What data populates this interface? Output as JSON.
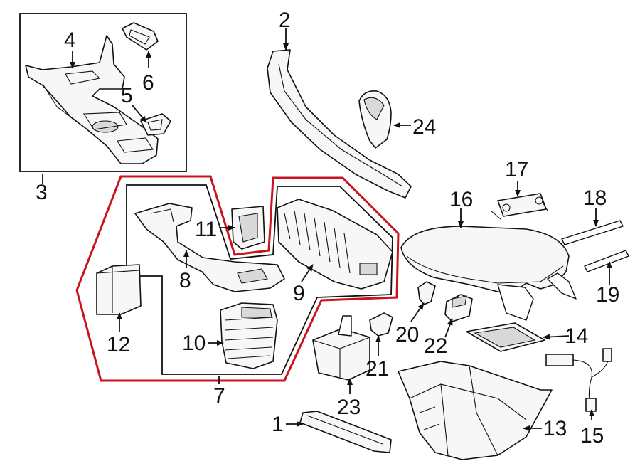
{
  "diagram": {
    "callouts": [
      {
        "id": "1",
        "label": "1"
      },
      {
        "id": "2",
        "label": "2"
      },
      {
        "id": "3",
        "label": "3"
      },
      {
        "id": "4",
        "label": "4"
      },
      {
        "id": "5",
        "label": "5"
      },
      {
        "id": "6",
        "label": "6"
      },
      {
        "id": "7",
        "label": "7"
      },
      {
        "id": "8",
        "label": "8"
      },
      {
        "id": "9",
        "label": "9"
      },
      {
        "id": "10",
        "label": "10"
      },
      {
        "id": "11",
        "label": "11"
      },
      {
        "id": "12",
        "label": "12"
      },
      {
        "id": "13",
        "label": "13"
      },
      {
        "id": "14",
        "label": "14"
      },
      {
        "id": "15",
        "label": "15"
      },
      {
        "id": "16",
        "label": "16"
      },
      {
        "id": "17",
        "label": "17"
      },
      {
        "id": "18",
        "label": "18"
      },
      {
        "id": "19",
        "label": "19"
      },
      {
        "id": "20",
        "label": "20"
      },
      {
        "id": "21",
        "label": "21"
      },
      {
        "id": "22",
        "label": "22"
      },
      {
        "id": "23",
        "label": "23"
      },
      {
        "id": "24",
        "label": "24"
      }
    ],
    "highlight_color": "#c8141e",
    "line_color": "#111111"
  }
}
